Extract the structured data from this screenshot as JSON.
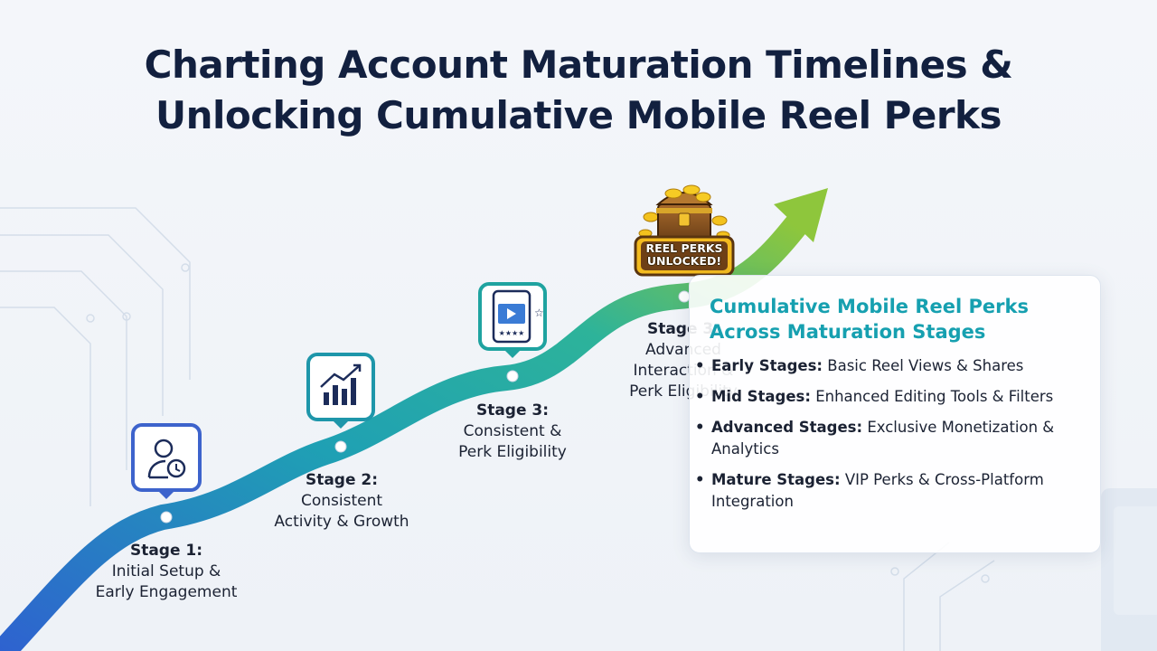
{
  "title": {
    "line1": "Charting Account Maturation Timelines &",
    "line2": "Unlocking Cumulative Mobile Reel Perks"
  },
  "stages": [
    {
      "name": "Stage 1:",
      "desc_line1": "Initial Setup &",
      "desc_line2": "Early Engagement",
      "icon": "user-clock-icon"
    },
    {
      "name": "Stage 2:",
      "desc_line1": "Consistent",
      "desc_line2": "Activity & Growth",
      "icon": "growth-chart-icon"
    },
    {
      "name": "Stage 3:",
      "desc_line1": "Consistent &",
      "desc_line2": "Perk Eligibility",
      "icon": "mobile-reel-icon"
    },
    {
      "name": "Stage 3:",
      "desc_line1": "Advanced",
      "desc_line2": "Interaction &",
      "desc_line3": "Perk Eligibility",
      "icon": "treasure-chest-icon"
    }
  ],
  "badge": {
    "line1": "REEL PERKS",
    "line2": "UNLOCKED!"
  },
  "panel": {
    "title_line1": "Cumulative Mobile Reel Perks",
    "title_line2": "Across Maturation Stages",
    "items": [
      {
        "stage": "Early Stages:",
        "text": " Basic Reel Views & Shares"
      },
      {
        "stage": "Mid Stages:",
        "text": " Enhanced Editing Tools & Filters"
      },
      {
        "stage": "Advanced Stages:",
        "text": " Exclusive Monetization & Analytics"
      },
      {
        "stage": "Mature Stages:",
        "text": " VIP Perks & Cross-Platform Integration"
      }
    ]
  },
  "colors": {
    "title": "#12203f",
    "panel_title": "#16a0b0",
    "path_start": "#2f63d3",
    "path_mid": "#1fa6a8",
    "path_end": "#8cc63f",
    "badge_gold": "#f2b81d"
  }
}
